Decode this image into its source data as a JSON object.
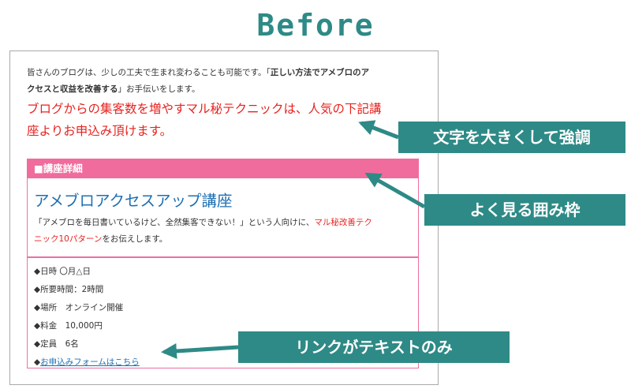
{
  "heading": "Before",
  "intro": {
    "line1": "皆さんのブログは、少しの工夫で生まれ変わることも可能です。「",
    "line1_bold": "正しい方法でアメブロのア",
    "line2_bold": "クセスと収益を改善する",
    "line2": "」お手伝いをします。"
  },
  "emphasis": {
    "line1": "ブログからの集客数を増やすマル秘テクニックは、人気の下記講",
    "line2": "座よりお申込み頂けます。"
  },
  "course_box": {
    "header": "■講座詳細",
    "title": "アメブロアクセスアップ講座",
    "desc_line1": "「アメブロを毎日書いているけど、全然集客できない！」という人向けに、",
    "desc_highlight1": "マル秘改善テク",
    "desc_highlight2": "ニック10パターン",
    "desc_line2": "をお伝えします。",
    "details": [
      "◆日時 〇月△日",
      "◆所要時間：2時間",
      "◆場所　オンライン開催",
      "◆料金　10,000円",
      "◆定員　6名"
    ],
    "link_prefix": "◆",
    "link_text": "お申込みフォームはこちら"
  },
  "callouts": {
    "emphasis": "文字を大きくして強調",
    "frame": "よく見る囲み枠",
    "link": "リンクがテキストのみ"
  },
  "colors": {
    "teal": "#2e8a86",
    "pink": "#f06c9c",
    "red": "#e8221f",
    "blue": "#1e6fb2"
  }
}
